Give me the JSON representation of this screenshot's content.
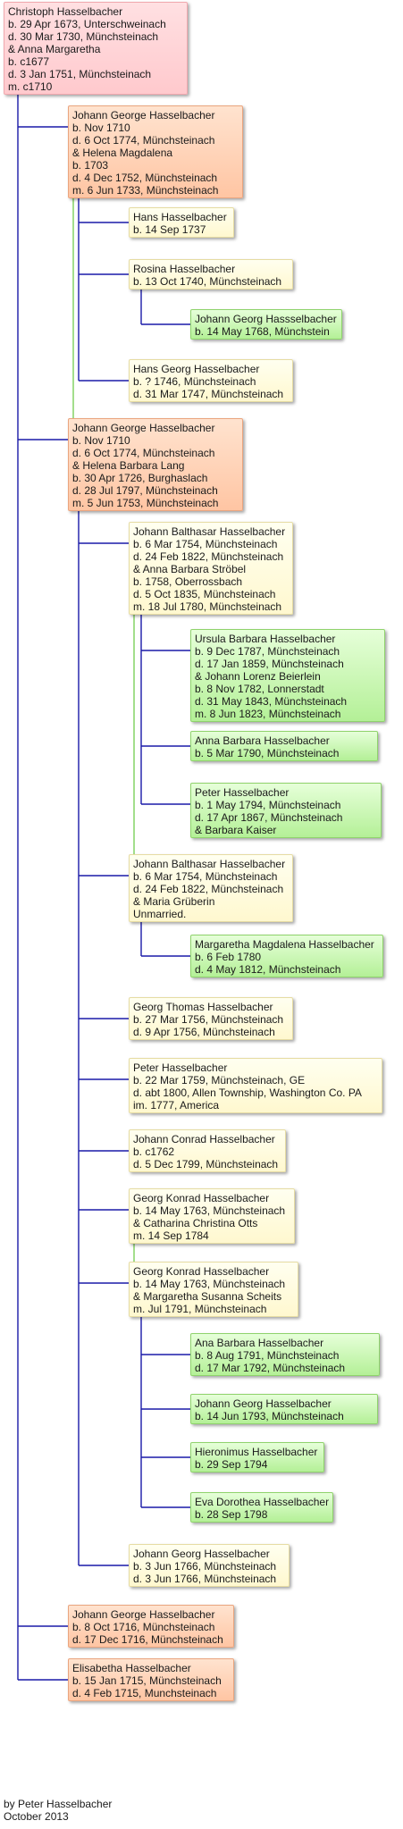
{
  "colors": {
    "tree_line": "#1a1aa8",
    "spouse_line": "#7ccf5a"
  },
  "nodes": [
    {
      "color": "pink",
      "lines": [
        "Christoph Hasselbacher",
        "b. 29 Apr 1673, Unterschweinach",
        "d. 30 Mar 1730, Münchsteinach",
        "& Anna Margaretha",
        "b. c1677",
        "d. 3 Jan 1751, Münchsteinach",
        "m. c1710"
      ]
    },
    {
      "color": "orange",
      "lines": [
        "Johann George Hasselbacher",
        "b. Nov 1710",
        "d. 6 Oct 1774, Münchsteinach",
        "& Helena Magdalena",
        "b. 1703",
        "d. 4 Dec 1752, Münchsteinach",
        "m. 6 Jun 1733, Münchsteinach"
      ]
    },
    {
      "color": "yellow",
      "lines": [
        "Hans Hasselbacher",
        "b. 14 Sep 1737"
      ]
    },
    {
      "color": "yellow",
      "lines": [
        "Rosina Hasselbacher",
        "b. 13 Oct 1740, Münchsteinach"
      ]
    },
    {
      "color": "green",
      "lines": [
        "Johann Georg Hassselbacher",
        "b. 14 May 1768, Münchstein"
      ]
    },
    {
      "color": "yellow",
      "lines": [
        "Hans Georg Hasselbacher",
        "b. ? 1746, Münchsteinach",
        "d. 31 Mar 1747, Münchsteinach"
      ]
    },
    {
      "color": "orange",
      "lines": [
        "Johann George Hasselbacher",
        "b. Nov 1710",
        "d. 6 Oct 1774, Münchsteinach",
        "& Helena Barbara Lang",
        "b. 30 Apr 1726, Burghaslach",
        "d. 28 Jul 1797, Münchsteinach",
        "m. 5 Jun 1753, Münchsteinach"
      ]
    },
    {
      "color": "yellow",
      "lines": [
        "Johann Balthasar Hasselbacher",
        "b. 6 Mar 1754, Münchsteinach",
        "d. 24 Feb 1822, Münchsteinach",
        "& Anna Barbara Ströbel",
        "b. 1758, Oberrossbach",
        "d. 5 Oct 1835, Münchsteinach",
        "m. 18 Jul 1780, Münchsteinach"
      ]
    },
    {
      "color": "green",
      "lines": [
        "Ursula Barbara Hasselbacher",
        "b. 9 Dec 1787, Münchsteinach",
        "d. 17 Jan 1859, Münchsteinach",
        "& Johann Lorenz Beierlein",
        "b. 8 Nov 1782, Lonnerstadt",
        "d. 31 May 1843, Münchsteinach",
        "m. 8 Jun 1823, Münchsteinach"
      ]
    },
    {
      "color": "green",
      "lines": [
        "Anna Barbara Hasselbacher",
        "b. 5 Mar 1790, Münchsteinach"
      ]
    },
    {
      "color": "green",
      "lines": [
        "Peter Hasselbacher",
        "b. 1 May 1794, Münchsteinach",
        "d. 17 Apr 1867, Münchsteinach",
        "& Barbara Kaiser"
      ]
    },
    {
      "color": "yellow",
      "lines": [
        "Johann Balthasar Hasselbacher",
        "b. 6 Mar 1754, Münchsteinach",
        "d. 24 Feb 1822, Münchsteinach",
        "& Maria Grüberin",
        "Unmarried."
      ]
    },
    {
      "color": "green",
      "lines": [
        "Margaretha Magdalena Hasselbacher",
        "b. 6 Feb 1780",
        "d. 4 May 1812, Münchsteinach"
      ]
    },
    {
      "color": "yellow",
      "lines": [
        "Georg Thomas Hasselbacher",
        "b. 27 Mar 1756, Münchsteinach",
        "d. 9 Apr 1756, Münchsteinach"
      ]
    },
    {
      "color": "yellow",
      "lines": [
        "Peter Hasselbacher",
        "b. 22 Mar 1759, Münchsteinach, GE",
        "d. abt 1800, Allen Township, Washington Co. PA",
        "im. 1777, America"
      ]
    },
    {
      "color": "yellow",
      "lines": [
        "Johann Conrad Hasselbacher",
        "b. c1762",
        "d. 5 Dec 1799, Münchsteinach"
      ]
    },
    {
      "color": "yellow",
      "lines": [
        "Georg Konrad Hasselbacher",
        "b. 14 May 1763, Münchsteinach",
        "& Catharina Christina Otts",
        "m. 14 Sep 1784"
      ]
    },
    {
      "color": "yellow",
      "lines": [
        "Georg Konrad Hasselbacher",
        "b. 14 May 1763, Münchsteinach",
        "& Margaretha Susanna Scheits",
        "m. Jul 1791, Münchsteinach"
      ]
    },
    {
      "color": "green",
      "lines": [
        "Ana Barbara Hasselbacher",
        "b. 8 Aug 1791, Münchsteinach",
        "d. 17 Mar 1792, Münchsteinach"
      ]
    },
    {
      "color": "green",
      "lines": [
        "Johann Georg Hasselbacher",
        "b. 14 Jun 1793, Münchsteinach"
      ]
    },
    {
      "color": "green",
      "lines": [
        "Hieronimus Hasselbacher",
        "b. 29 Sep 1794"
      ]
    },
    {
      "color": "green",
      "lines": [
        "Eva Dorothea Hasselbacher",
        "b. 28 Sep 1798"
      ]
    },
    {
      "color": "yellow",
      "lines": [
        "Johann Georg Hasselbacher",
        "b. 3 Jun 1766, Münchsteinach",
        "d. 3 Jun 1766, Münchsteinach"
      ]
    },
    {
      "color": "orange",
      "lines": [
        "Johann George Hasselbacher",
        "b. 8 Oct 1716, Münchsteinach",
        "d. 17 Dec 1716, Münchsteinach"
      ]
    },
    {
      "color": "orange",
      "lines": [
        "Elisabetha Hasselbacher",
        "b. 15 Jan 1715, Münchsteinach",
        "d. 4 Feb 1715, Munchsteinach"
      ]
    }
  ],
  "footer": {
    "author": "by Peter Hasselbacher",
    "date": "October 2013"
  }
}
